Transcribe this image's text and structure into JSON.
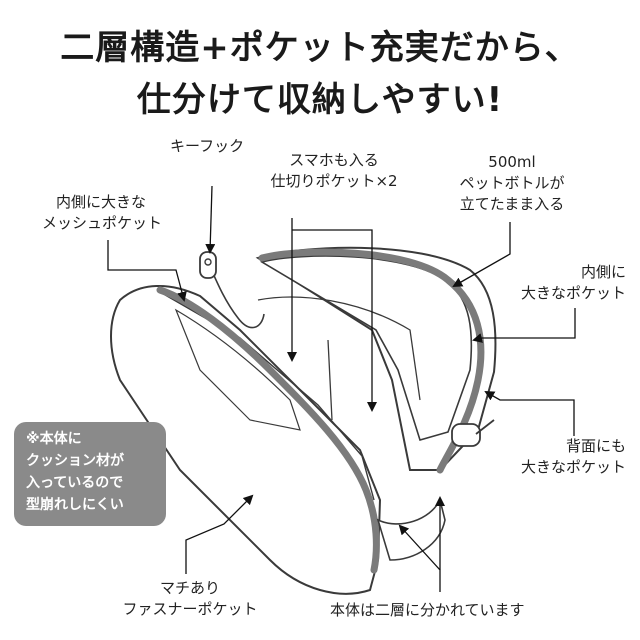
{
  "headline": {
    "line1": "二層構造+ポケット充実だから、",
    "line2": "仕分けて収納しやすい!"
  },
  "labels": {
    "key_hook": "キーフック",
    "smartphone_line1": "スマホも入る",
    "smartphone_line2": "仕切りポケット×2",
    "bottle_line1": "500ml",
    "bottle_line2": "ペットボトルが",
    "bottle_line3": "立てたまま入る",
    "mesh_line1": "内側に大きな",
    "mesh_line2": "メッシュポケット",
    "inner_line1": "内側に",
    "inner_line2": "大きなポケット",
    "back_line1": "背面にも",
    "back_line2": "大きなポケット",
    "gusset_line1": "マチあり",
    "gusset_line2": "ファスナーポケット",
    "two_layer": "本体は二層に分かれています"
  },
  "note": {
    "line1": "※本体に",
    "line2": "クッション材が",
    "line3": "入っているので",
    "line4": "型崩れしにくい"
  },
  "colors": {
    "text": "#1a1a1a",
    "outline": "#3a3a3a",
    "zipper": "#7b7b7b",
    "note_bg": "#8a8a8a"
  }
}
